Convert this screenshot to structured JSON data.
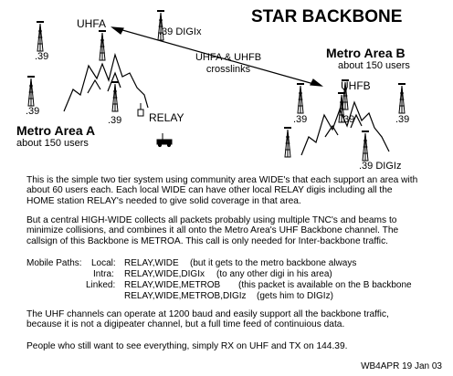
{
  "title": "STAR BACKBONE",
  "labels": {
    "uhfa": "UHFA",
    "digi_top": ".39 DIGIx",
    "crosslink_line1": "UHFA & UHFB",
    "crosslink_line2": "crosslinks",
    "metro_b_title": "Metro Area B",
    "metro_b_users": "about 150 users",
    "uhfb": "UHFB",
    "left_39_top": ".39",
    "left_39_mid": ".39",
    "left_39_low": ".39",
    "relay": "RELAY",
    "metro_a_title": "Metro Area A",
    "metro_a_users": "about 150 users",
    "b_39_left": ".39",
    "b_39_mid": ".39",
    "b_39_right": ".39",
    "digiz": ".39 DIGIz"
  },
  "paragraphs": {
    "p1": [
      "This is the simple two tier system using community area WIDE's that each support an area with",
      "about 60 users each.  Each local WIDE can have other local RELAY digis including all the",
      "HOME station RELAY's needed to give solid coverage in that area."
    ],
    "p2": [
      "But a central HIGH-WIDE collects all packets probably using multiple TNC's and beams to",
      "minimize collisions, and combines it all onto the Metro Area's UHF Backbone channel.  The",
      "callsign of this Backbone is METROA.  This call is only needed for Inter-backbone traffic."
    ],
    "mobile": {
      "heading": "Mobile Paths:",
      "local_label": "Local:",
      "local_path": "RELAY,WIDE",
      "local_note": "(but it gets to the metro backbone always",
      "intra_label": "Intra:",
      "intra_path": "RELAY,WIDE,DIGIx",
      "intra_note": "(to any other digi in his area)",
      "linked_label": "Linked:",
      "linked_path1": "RELAY,WIDE,METROB",
      "linked_note1": "(this packet is available on the B backbone",
      "linked_path2": "RELAY,WIDE,METROB,DIGIz",
      "linked_note2": "(gets him to DIGIz)"
    },
    "p3": [
      "The UHF channels can operate at 1200 baud and easily support all the backbone traffic,",
      "because it is not a digipeater channel, but a full time feed of continuious data."
    ],
    "p4": "People who still want to see everything, simply RX on UHF and TX on 144.39.",
    "signature": "WB4APR 19 Jan 03"
  },
  "colors": {
    "ink": "#000000",
    "background": "#ffffff"
  }
}
